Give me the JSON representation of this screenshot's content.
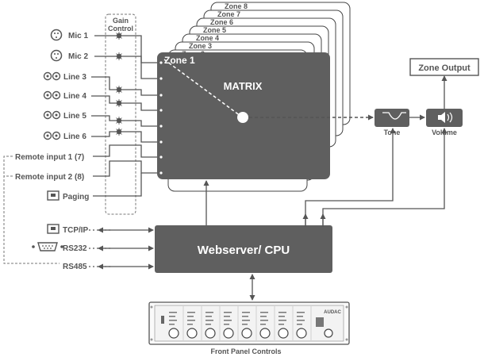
{
  "gain_control": [
    "Gain",
    "Control"
  ],
  "inputs": {
    "mic1": "Mic 1",
    "mic2": "Mic 2",
    "line3": "Line 3",
    "line4": "Line 4",
    "line5": "Line 5",
    "line6": "Line 6",
    "remote1": "Remote input 1 (7)",
    "remote2": "Remote input 2 (8)",
    "paging": "Paging"
  },
  "zones": [
    "Zone 8",
    "Zone 7",
    "Zone 6",
    "Zone 5",
    "Zone 4",
    "Zone 3",
    "Zone 2"
  ],
  "zone1": "Zone 1",
  "matrix": "MATRIX",
  "tone": "Tone",
  "volume": "Volume",
  "zone_output": "Zone Output",
  "webserver": "Webserver/ CPU",
  "interfaces": {
    "tcpip": "TCP/IP",
    "rs232": "RS232",
    "rs485": "RS485"
  },
  "front_panel": "Front Panel Controls",
  "brand": "AUDAC",
  "colors": {
    "block": "#5f5f5f",
    "line": "#555555",
    "text": "#555555"
  },
  "icons": [
    "xlr-connector-icon",
    "rca-connector-icon",
    "rj45-port-icon",
    "db9-connector-icon",
    "gain-knob-icon",
    "filter-tone-icon",
    "speaker-volume-icon"
  ]
}
